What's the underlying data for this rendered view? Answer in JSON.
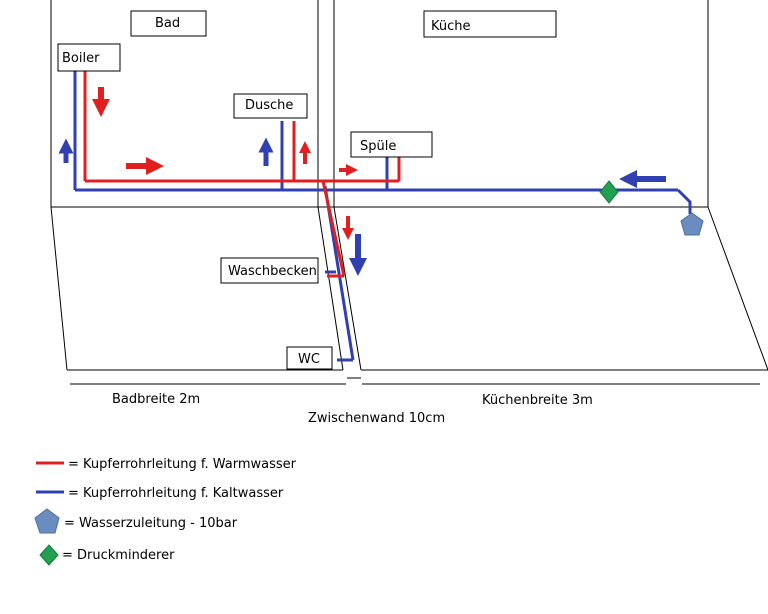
{
  "rooms": {
    "bath": "Bad",
    "kitchen": "Küche"
  },
  "fixtures": {
    "boiler": "Boiler",
    "shower": "Dusche",
    "sink": "Spüle",
    "washbasin": "Waschbecken",
    "wc": "WC"
  },
  "dimensions": {
    "bath_width": "Badbreite 2m",
    "kitchen_width": "Küchenbreite 3m",
    "partition": "Zwischenwand 10cm"
  },
  "legend": {
    "hot_pipe": "= Kupferrohrleitung f. Warmwasser",
    "cold_pipe": "= Kupferrohrleitung f. Kaltwasser",
    "supply": "= Wasserzuleitung - 10bar",
    "reducer": "= Druckminderer"
  },
  "colors": {
    "hot": "#e02020",
    "cold": "#3040b0",
    "supply": "#6a8cbf",
    "reducer": "#20a050"
  },
  "icons": {
    "supply": "pentagon-icon",
    "reducer": "diamond-icon"
  }
}
